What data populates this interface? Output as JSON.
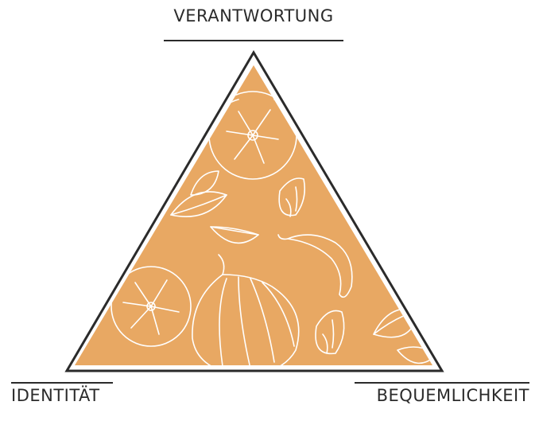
{
  "diagram": {
    "top_label": "VERANTWORTUNG",
    "left_label": "IDENTITÄT",
    "right_label": "BEQUEMLICHKEIT",
    "fill_color": "#e8a863",
    "outline_color": "#2b2b2b",
    "illustration_line_color": "#ffffff",
    "illustration_items": [
      "tomato",
      "tomato",
      "basil-leaf",
      "basil-leaf",
      "garlic-clove",
      "garlic-clove",
      "chili-pepper",
      "onion"
    ]
  }
}
